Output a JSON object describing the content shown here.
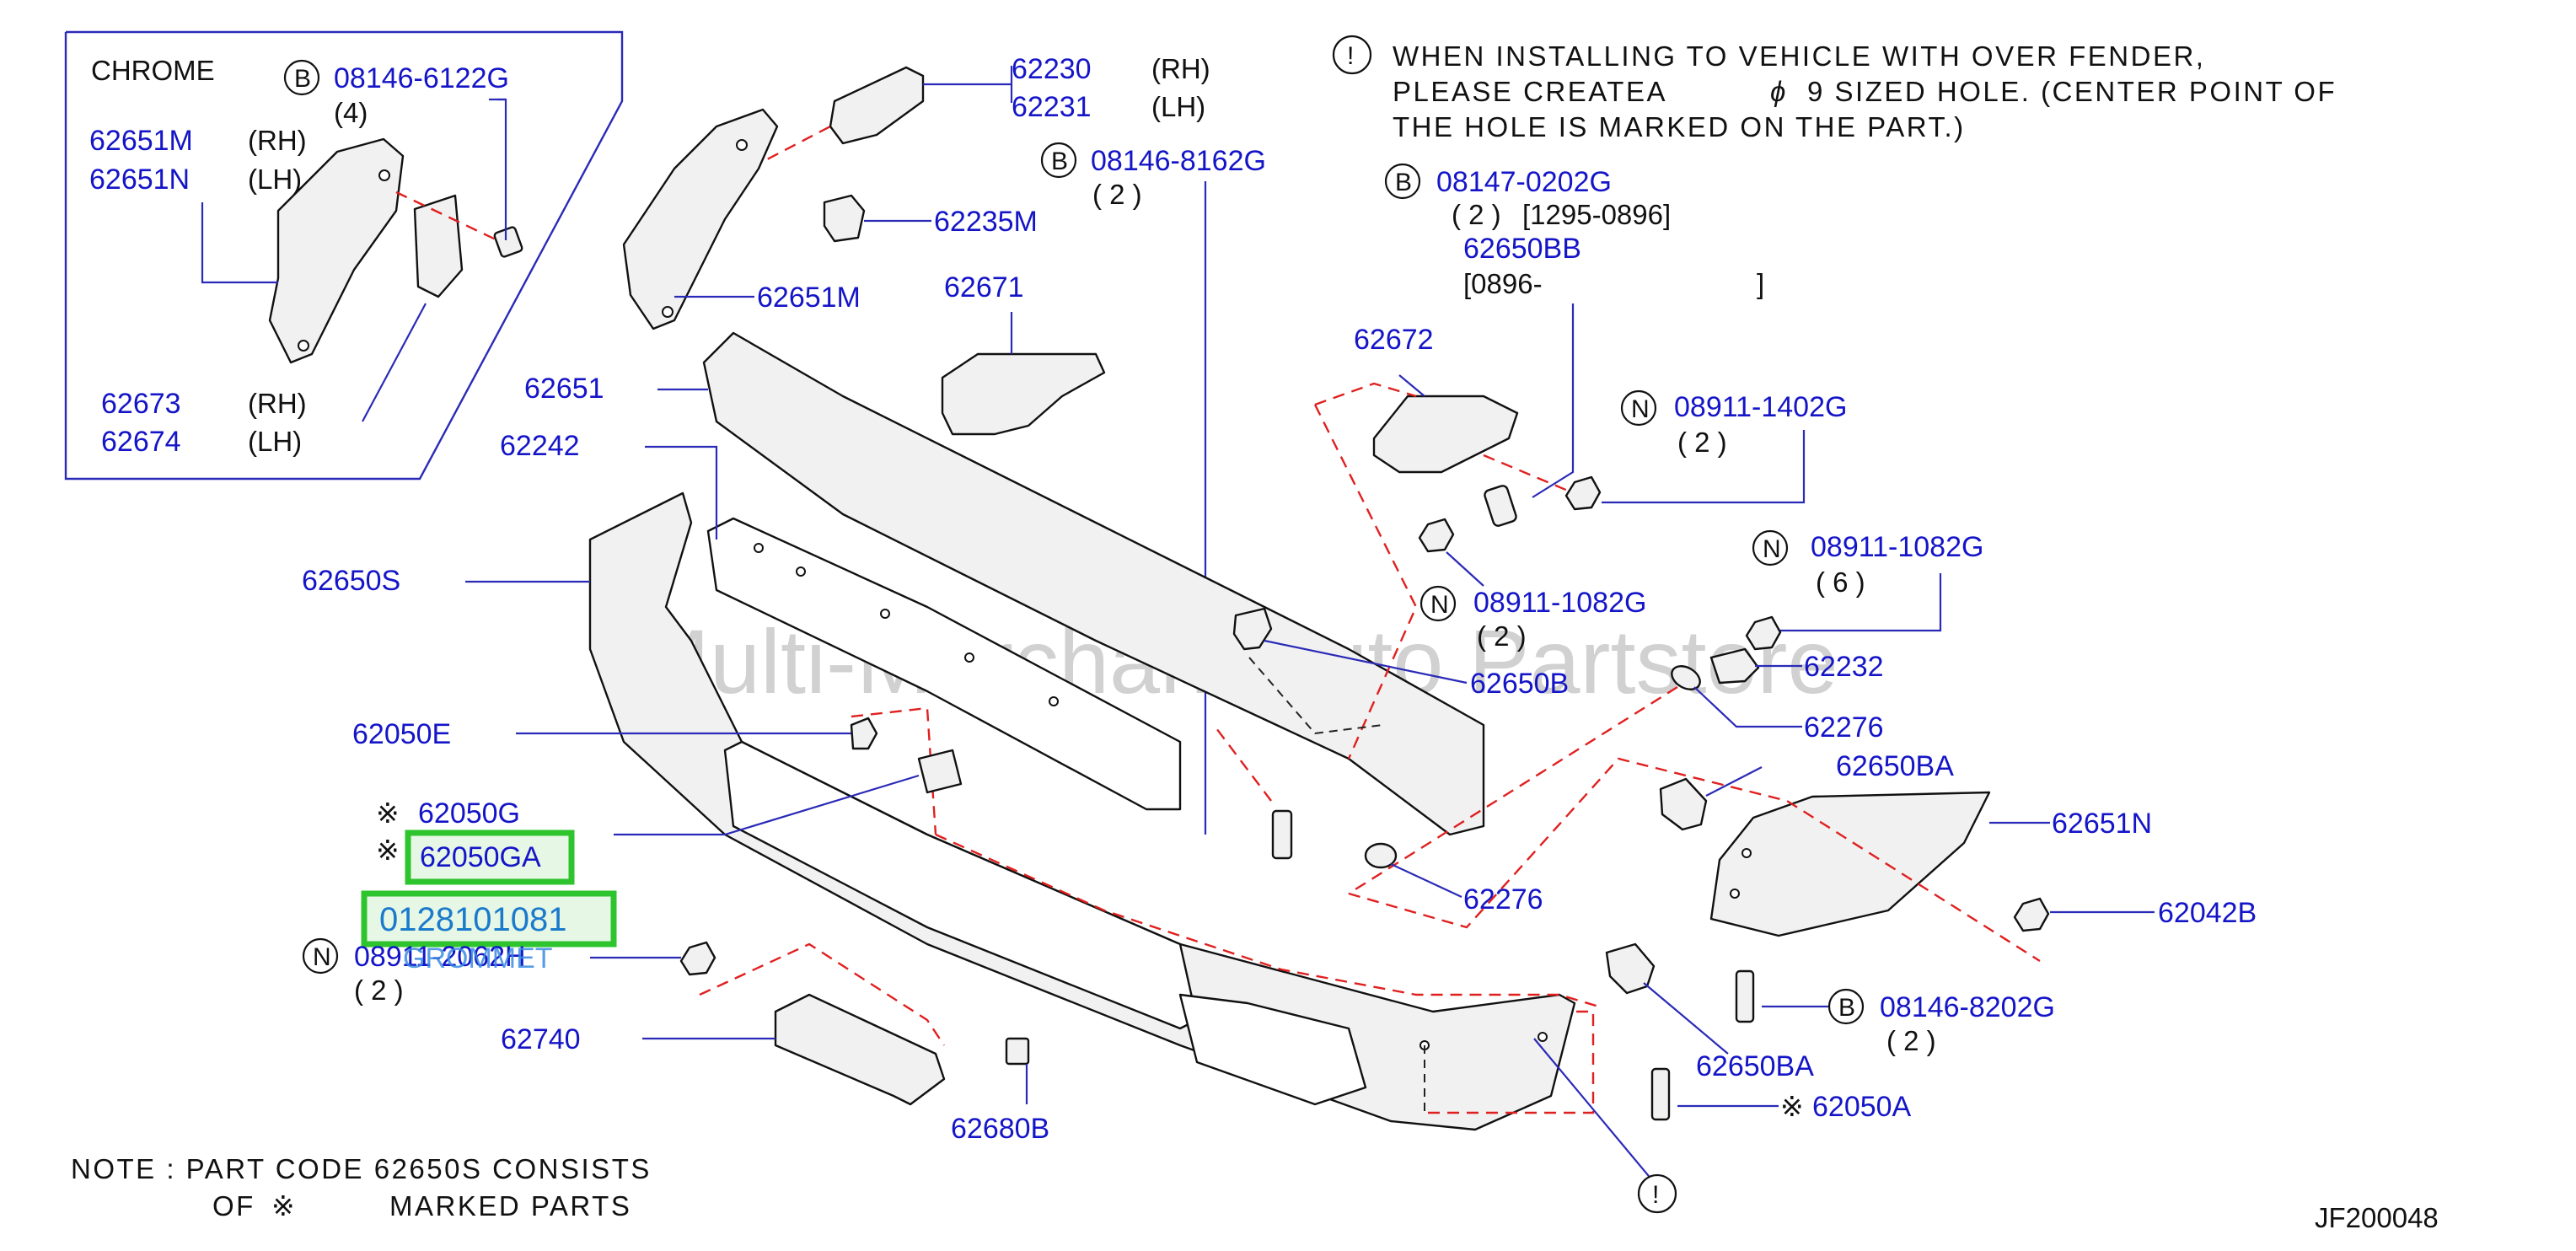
{
  "figure_code": "JF200048",
  "watermark": "Multi-Merchant Auto Partstore",
  "inset": {
    "title": "CHROME",
    "bolt": {
      "symbol": "B",
      "part": "08146-6122G",
      "qty": "(4)"
    },
    "bracket_rh": {
      "part": "62651M",
      "side": "(RH)"
    },
    "bracket_lh": {
      "part": "62651N",
      "side": "(LH)"
    },
    "clip_rh": {
      "part": "62673",
      "side": "(RH)"
    },
    "clip_lh": {
      "part": "62674",
      "side": "(LH)"
    }
  },
  "install_note": {
    "symbol": "!",
    "line1": "WHEN INSTALLING TO VEHICLE WITH OVER FENDER,",
    "line2a": "PLEASE CREATEA",
    "line2_glyph": "ϕ",
    "line2b": "9 SIZED HOLE. (CENTER POINT OF",
    "line3": "THE HOLE IS MARKED ON THE PART.)"
  },
  "callouts": {
    "p62230": {
      "part": "62230",
      "side": "(RH)"
    },
    "p62231": {
      "part": "62231",
      "side": "(LH)"
    },
    "p62235M": {
      "part": "62235M"
    },
    "p62651M": {
      "part": "62651M"
    },
    "bolt_8162": {
      "symbol": "B",
      "part": "08146-8162G",
      "qty": "( 2 )"
    },
    "p62671": {
      "part": "62671"
    },
    "p62651": {
      "part": "62651"
    },
    "p62242": {
      "part": "62242"
    },
    "bolt_0202": {
      "symbol": "B",
      "part": "08147-0202G",
      "qty": "( 2 )",
      "range": "[1295-0896]"
    },
    "p62650BB": {
      "part": "62650BB",
      "range_open": "[0896-",
      "range_close": "]"
    },
    "p62672": {
      "part": "62672"
    },
    "nut_1402": {
      "symbol": "N",
      "part": "08911-1402G",
      "qty": "( 2 )"
    },
    "nut_1082a": {
      "symbol": "N",
      "part": "08911-1082G",
      "qty": "( 6 )"
    },
    "nut_1082b": {
      "symbol": "N",
      "part": "08911-1082G",
      "qty": "( 2 )"
    },
    "p62650S": {
      "part": "62650S"
    },
    "p62650B": {
      "part": "62650B"
    },
    "p62232": {
      "part": "62232"
    },
    "p62276a": {
      "part": "62276"
    },
    "p62276b": {
      "part": "62276"
    },
    "p62050E": {
      "part": "62050E"
    },
    "p62650BA_top": {
      "part": "62650BA"
    },
    "p62651N": {
      "part": "62651N"
    },
    "p62050G": {
      "mark": "※",
      "part": "62050G"
    },
    "p62050GA": {
      "mark": "※",
      "part": "62050GA"
    },
    "highlight_code": "0128101081",
    "grommet": {
      "symbol": "N",
      "part": "08911-2062H",
      "overlay": "GROMMET",
      "qty": "( 2 )"
    },
    "p62042B": {
      "part": "62042B"
    },
    "bolt_8202": {
      "symbol": "B",
      "part": "08146-8202G",
      "qty": "( 2 )"
    },
    "p62740": {
      "part": "62740"
    },
    "p62650BA_bot": {
      "part": "62650BA"
    },
    "p62050A": {
      "mark": "※",
      "part": "62050A"
    },
    "p62680B": {
      "part": "62680B"
    },
    "warn_symbol": "!"
  },
  "footer_note": {
    "line1": "NOTE : PART CODE 62650S CONSISTS",
    "line2a": "OF",
    "mark": "※",
    "line2b": "MARKED PARTS"
  }
}
